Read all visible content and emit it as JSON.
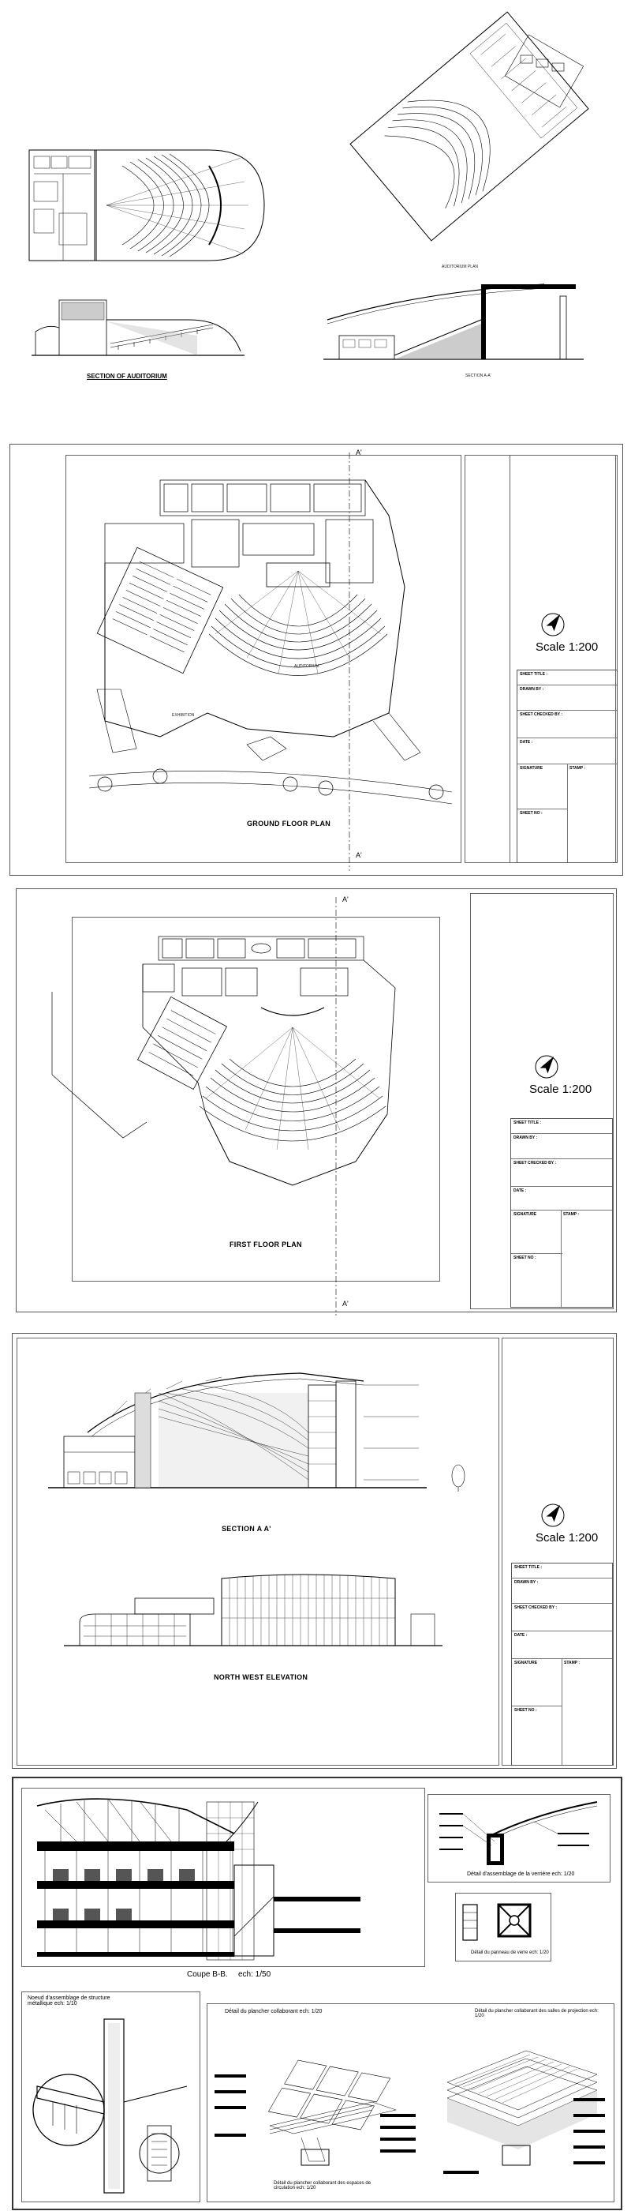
{
  "top": {
    "auditorium_plan_label": "AUDITORIUM PLAN",
    "section_auditorium_label": "SECTION OF AUDITORIUM",
    "section_aa_label": "SECTION A-A'"
  },
  "sheet_ground": {
    "title": "GROUND FLOOR PLAN",
    "scale": "Scale 1:200",
    "cut_label_top": "A'",
    "cut_label_bottom": "A'",
    "room_labels": [
      "AUDITORIUM",
      "EXHIBITION"
    ]
  },
  "sheet_first": {
    "title": "FIRST FLOOR PLAN",
    "scale": "Scale 1:200",
    "cut_label_top": "A'",
    "cut_label_bottom": "A'"
  },
  "sheet_section": {
    "section_title": "SECTION A A'",
    "elevation_title": "NORTH WEST ELEVATION",
    "scale": "Scale 1:200"
  },
  "title_block": {
    "sheet_title": "SHEET TITLE :",
    "drawn_by": "DRAWN BY :",
    "sheet_checked_by": "SHEET CHECKED BY :",
    "date": "DATE :",
    "signature": "SIGNATURE",
    "stamp": "STAMP :",
    "sheet_no": "SHEET NO :"
  },
  "sheet_details": {
    "coupe_label": "Coupe B-B.",
    "coupe_scale": "ech: 1/50",
    "verriere_detail": "Détail d'assemblage de la verrière   ech: 1/20",
    "panneau_detail": "Détail du panneau de verre   ech: 1/20",
    "noeud_title": "Noeud d'assemblage de structure métallique   ech: 1/10",
    "plancher_detail": "Détail du plancher collaborant   ech: 1/20",
    "plancher_salles": "Détail du plancher collaborant des salles de projection   ech: 1/20",
    "plancher_espaces": "Détail du plancher collaborant des espaces de circulation   ech: 1/20"
  }
}
